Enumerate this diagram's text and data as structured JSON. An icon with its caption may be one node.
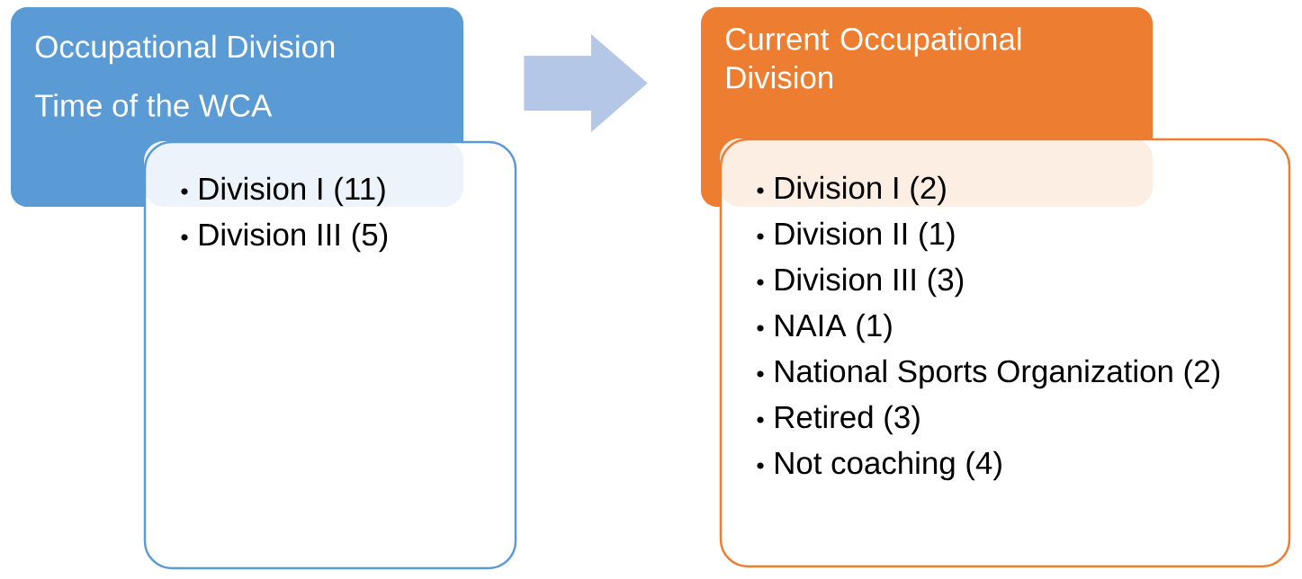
{
  "diagram": {
    "nodes": [
      {
        "text": [
          "Occupational Division",
          "Time of the WCA"
        ]
      },
      {
        "text": [
          "Division I (11)",
          "Division III (5)"
        ]
      },
      {
        "text": [
          "Current Occupational Division"
        ]
      },
      {
        "text": [
          "Division I (2)",
          "Division II (1)",
          "Division III (3)",
          "NAIA (1)",
          "National Sports Organization (2)",
          "Retired (3)",
          "Not coaching (4)"
        ]
      }
    ],
    "edges": [
      {
        "from": 0,
        "to": 2,
        "arrow": "to"
      }
    ]
  }
}
